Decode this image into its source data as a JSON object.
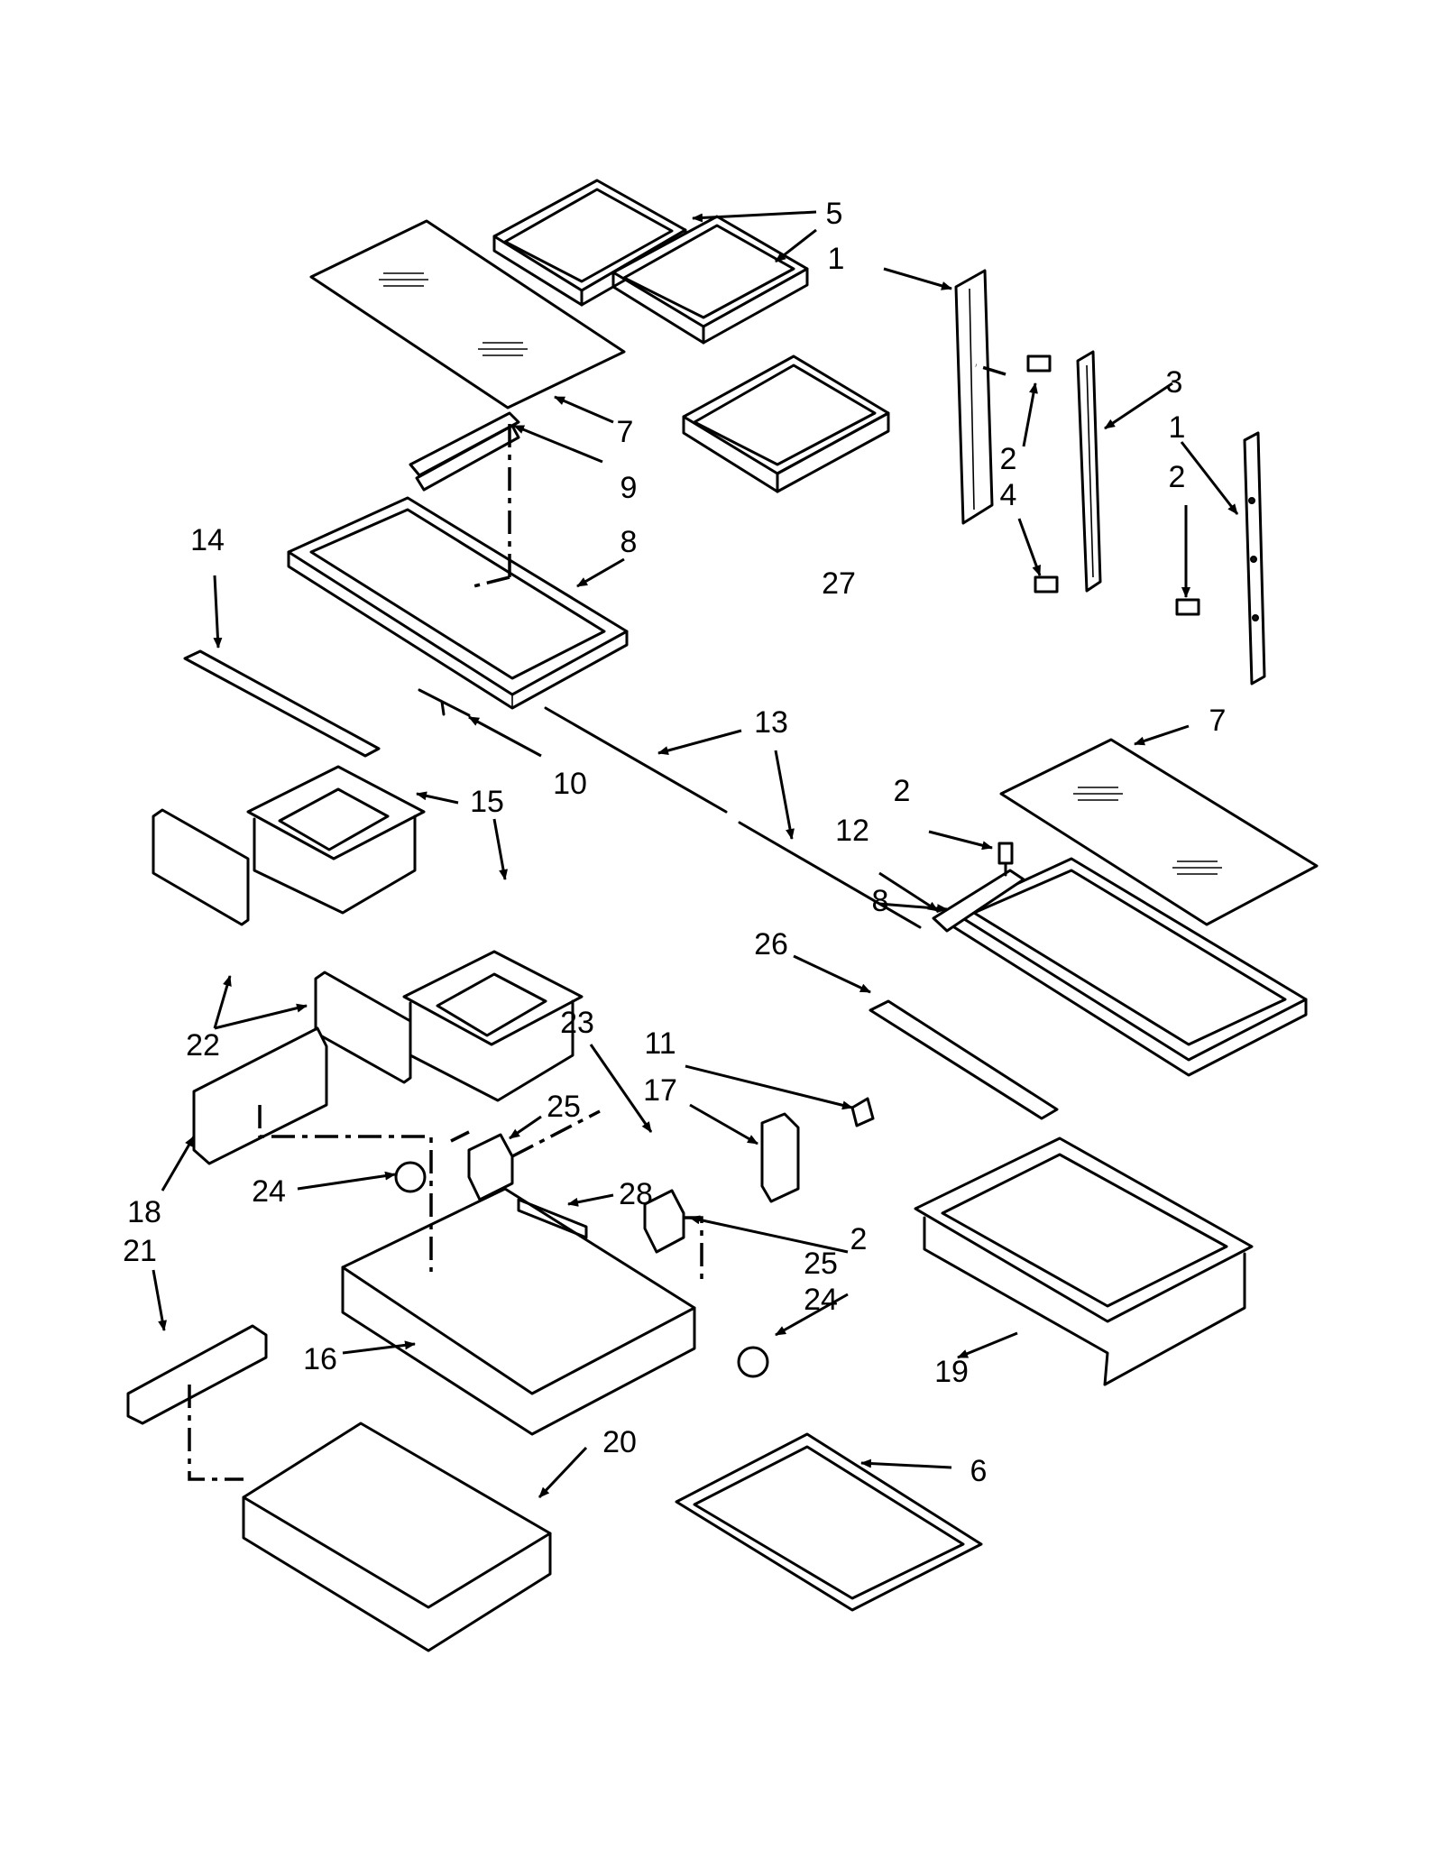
{
  "callouts": [
    "1",
    "2",
    "3",
    "4",
    "5",
    "6",
    "7",
    "8",
    "9",
    "10",
    "11",
    "12",
    "13",
    "14",
    "15",
    "16",
    "17",
    "18",
    "19",
    "20",
    "21",
    "22",
    "23",
    "24",
    "25",
    "26",
    "27",
    "28"
  ],
  "colors": {
    "line": "#000000",
    "background": "#ffffff"
  }
}
